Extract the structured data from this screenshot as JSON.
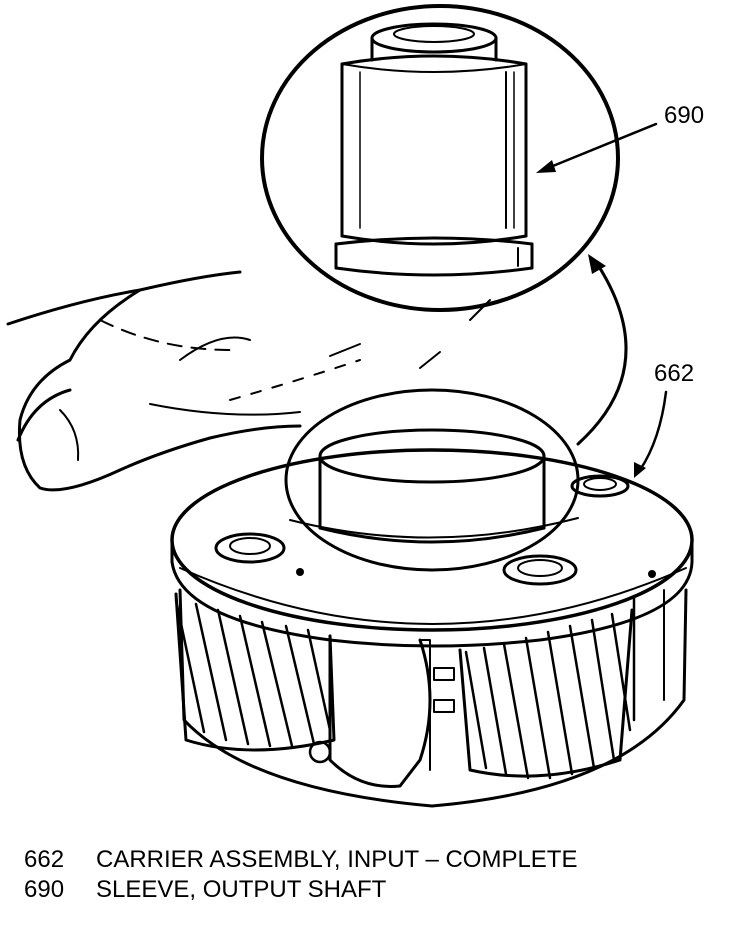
{
  "callouts": {
    "sleeve": "690",
    "carrier": "662"
  },
  "legend": [
    {
      "number": "662",
      "text": "CARRIER ASSEMBLY, INPUT – COMPLETE"
    },
    {
      "number": "690",
      "text": "SLEEVE, OUTPUT SHAFT"
    }
  ]
}
